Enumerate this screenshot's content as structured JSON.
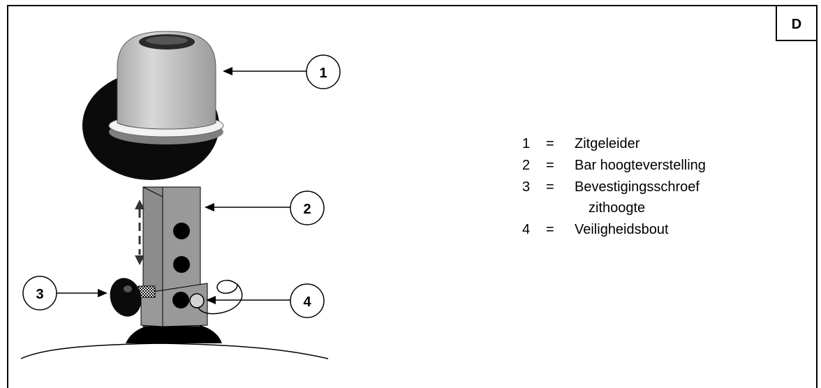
{
  "section_letter": "D",
  "callouts": [
    {
      "number": "1"
    },
    {
      "number": "2"
    },
    {
      "number": "3"
    },
    {
      "number": "4"
    }
  ],
  "legend": [
    {
      "num": "1",
      "eq": "=",
      "text": "Zitgeleider"
    },
    {
      "num": "2",
      "eq": "=",
      "text": "Bar hoogteverstelling"
    },
    {
      "num": "3",
      "eq": "=",
      "text": "Bevestigingsschroef",
      "text2": "zithoogte"
    },
    {
      "num": "4",
      "eq": "=",
      "text": "Veiligheidsbout"
    }
  ]
}
